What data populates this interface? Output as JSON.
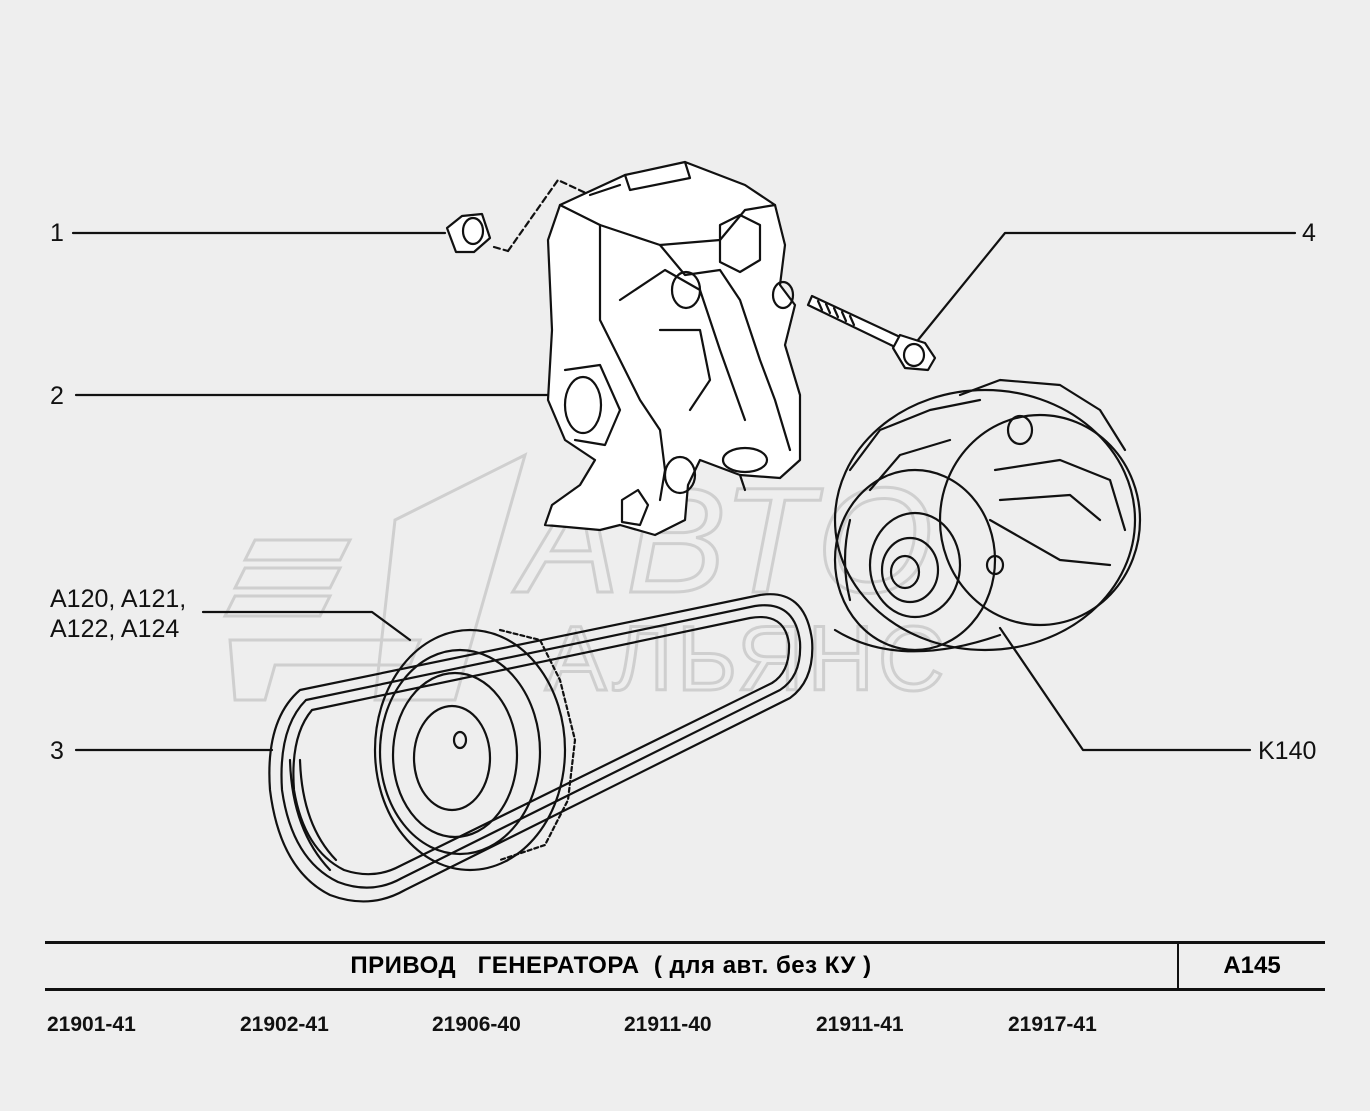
{
  "callouts": {
    "c1": "1",
    "c2": "2",
    "c3": "3",
    "c4": "4",
    "a_line1": "A120, A121,",
    "a_line2": "A122, A124",
    "k140": "K140"
  },
  "title": {
    "text": "ПРИВОД   ГЕНЕРАТОРА  ( для авт. без КУ )",
    "code": "A145"
  },
  "models": [
    "21901-41",
    "21902-41",
    "21906-40",
    "21911-40",
    "21911-41",
    "21917-41"
  ],
  "watermark": {
    "line1": "АВТО",
    "line2": "АЛЬЯНС"
  },
  "colors": {
    "background": "#eeeeee",
    "ink": "#111111",
    "watermark": "#d2d2d2"
  }
}
